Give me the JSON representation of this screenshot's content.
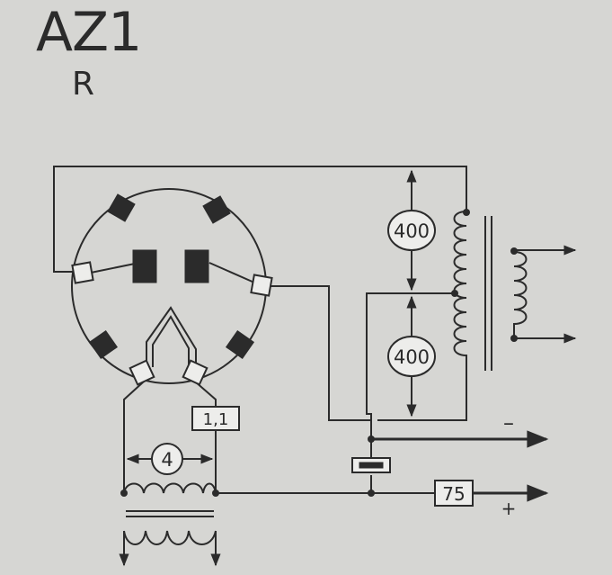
{
  "header": {
    "title": "AZ1",
    "subtitle": "R"
  },
  "diagram": {
    "labels": {
      "voltage_upper": "400",
      "voltage_lower": "400",
      "filament_voltage": "4",
      "filament_current": "1,1",
      "output_current": "75",
      "polarity_negative": "–",
      "polarity_positive": "+"
    },
    "colors": {
      "ink": "#2b2b2b",
      "paper": "#d6d6d3",
      "box_fill": "#ededeb"
    }
  }
}
